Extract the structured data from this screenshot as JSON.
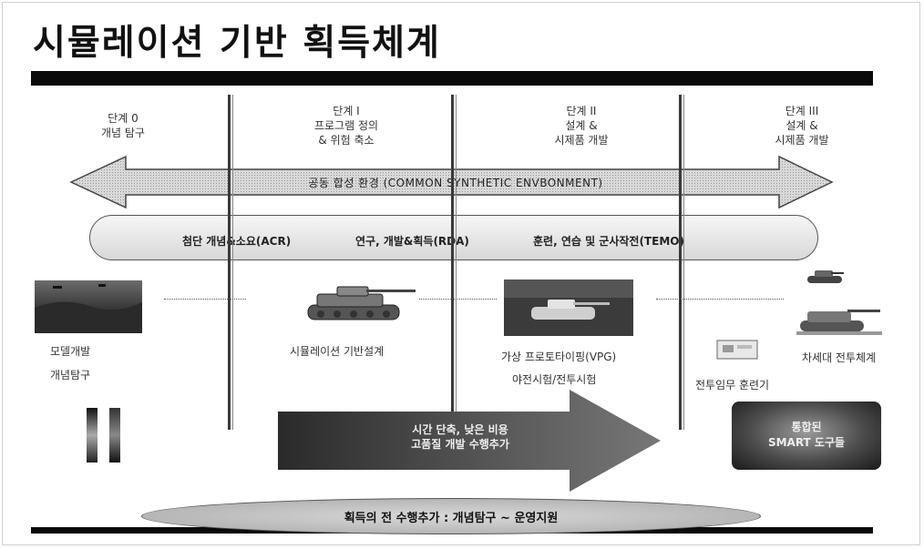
{
  "title": "시뮬레이션 기반 획득체계",
  "stages": [
    {
      "line1": "단계 0",
      "line2": "개념 탐구",
      "line3": ""
    },
    {
      "line1": "단계 I",
      "line2": "프로그램 정의",
      "line3": "& 위험 축소"
    },
    {
      "line1": "단계 II",
      "line2": "설계 &",
      "line3": "시제품 개발"
    },
    {
      "line1": "단계 III",
      "line2": "설계 &",
      "line3": "시제품 개발"
    }
  ],
  "arrow_label": "공동 합성 환경 (COMMON SYNTHETIC ENVBONMENT)",
  "oval_items": [
    "첨단 개념&소요(ACR)",
    "연구, 개발&획득(RDA)",
    "훈련, 연습 및 군사작전(TEMO)"
  ],
  "captions": {
    "model_dev": "모델개발",
    "concept_explore": "개념탐구",
    "sim_design": "시뮬레이션 기반설계",
    "virtual_proto": "가상 프로토타이핑(VPG)",
    "field_test": "야전시험/전투시험",
    "combat_trainer": "전투임무 훈련기",
    "next_gen": "차세대 전투체계"
  },
  "big_arrow_text": [
    "시간 단축, 낮은 비용",
    "고품질 개발 수행추가"
  ],
  "smart_box_text": [
    "통합된",
    "SMART 도구들"
  ],
  "bottom_text": "획득의 전 수행추가 : 개념탐구 ~ 운영지원"
}
